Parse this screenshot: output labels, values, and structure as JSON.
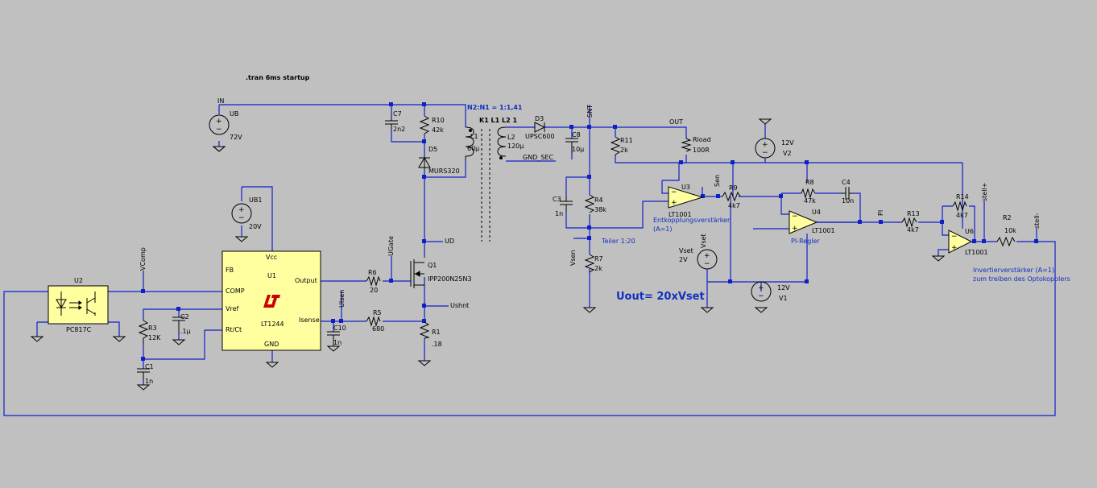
{
  "directive": ".tran 6ms startup",
  "labels": {
    "transformer_ratio": "N2:N1 = 1:1,41",
    "coupling": "K1 L1 L2 1",
    "divider": "Teiler 1:20",
    "formula": "Uout= 20xVset",
    "decoupling_amp": "Entkopplungsverstärker",
    "decoupling_gain": "(A=1)",
    "pi_controller": "PI-Regler",
    "inverter_amp": "Invertierverstärker (A=1)",
    "inverter_note": "zum treiben des Optokopplers"
  },
  "nets": {
    "in": "IN",
    "snt": "SNT",
    "out": "OUT",
    "gnd_sec": "GND_SEC",
    "ud": "UD",
    "ugate": "UGate",
    "uisen": "UIsen",
    "ushnt": "Ushnt",
    "vcomp": "VComp",
    "vsen": "Vsen",
    "sen": "Sen",
    "vset": "Vset",
    "pi": "PI",
    "stell_plus": "stell+",
    "stell_minus": "stell-"
  },
  "sources": {
    "ub": {
      "name": "UB",
      "value": "72V"
    },
    "ub1": {
      "name": "UB1",
      "value": "20V"
    },
    "v2": {
      "name": "V2",
      "value": "12V"
    },
    "v1": {
      "name": "V1",
      "value": "12V"
    },
    "vset": {
      "name": "Vset",
      "value": "2V"
    }
  },
  "components": {
    "c7": {
      "name": "C7",
      "value": "2n2"
    },
    "r10": {
      "name": "R10",
      "value": "42k"
    },
    "d5": {
      "name": "D5",
      "value": "MURS320"
    },
    "l1": {
      "name": "L1",
      "value": "60µ"
    },
    "l2": {
      "name": "L2",
      "value": "120µ"
    },
    "d3": {
      "name": "D3",
      "value": "UPSC600"
    },
    "c8": {
      "name": "C8",
      "value": "10µ"
    },
    "r11": {
      "name": "R11",
      "value": "2k"
    },
    "rload": {
      "name": "Rload",
      "value": "100R"
    },
    "c3": {
      "name": "C3",
      "value": "1n"
    },
    "r4": {
      "name": "R4",
      "value": "38k"
    },
    "r7": {
      "name": "R7",
      "value": "2k"
    },
    "r9": {
      "name": "R9",
      "value": "4k7"
    },
    "r8": {
      "name": "R8",
      "value": "47k"
    },
    "c4": {
      "name": "C4",
      "value": "10n"
    },
    "r13": {
      "name": "R13",
      "value": "4k7"
    },
    "r14": {
      "name": "R14",
      "value": "4k7"
    },
    "r2": {
      "name": "R2",
      "value": "10k"
    },
    "r6": {
      "name": "R6",
      "value": "20"
    },
    "r5": {
      "name": "R5",
      "value": "680"
    },
    "r1": {
      "name": "R1",
      "value": ".18"
    },
    "c10": {
      "name": "C10",
      "value": "1n"
    },
    "q1": {
      "name": "Q1",
      "value": "IPP200N25N3"
    },
    "r3": {
      "name": "R3",
      "value": "12K"
    },
    "c2": {
      "name": "C2",
      "value": ".1µ"
    },
    "c1": {
      "name": "C1",
      "value": "1n"
    },
    "u2": {
      "name": "U2",
      "value": "PC817C"
    },
    "u3": {
      "name": "U3",
      "value": "LT1001"
    },
    "u4": {
      "name": "U4",
      "value": "LT1001"
    },
    "u6": {
      "name": "U6",
      "value": "LT1001"
    }
  },
  "ic_u1": {
    "name": "U1",
    "part": "LT1244",
    "pins": {
      "vcc": "Vcc",
      "fb": "FB",
      "comp": "COMP",
      "vref": "Vref",
      "rtct": "Rt/Ct",
      "output": "Output",
      "isense": "Isense",
      "gnd": "GND"
    },
    "logo_color": "#cc0000"
  },
  "colors": {
    "background": "#c0c0c0",
    "wire": "#1020c8",
    "ic_fill": "#ffffa0",
    "label_blue": "#1030c0"
  }
}
